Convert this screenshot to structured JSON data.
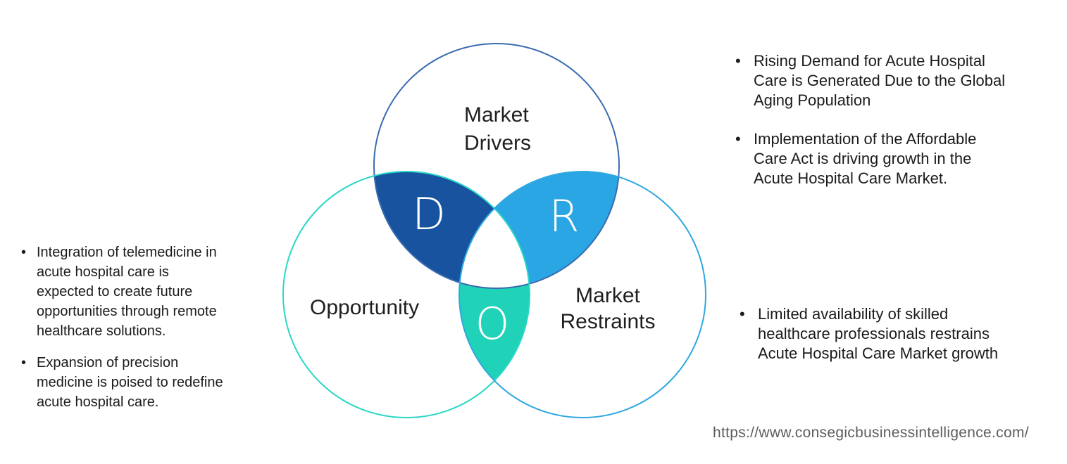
{
  "glyphs": {
    "bullet": "•"
  },
  "venn": {
    "drivers": {
      "label": "Market\nDrivers",
      "letter": "D",
      "fill": "#17539E",
      "stroke": "#3A6BB0"
    },
    "restraints": {
      "label": "Market\nRestraints",
      "letter": "R",
      "fill": "#2AA6E4",
      "stroke": "#2FA8E1"
    },
    "opportunity": {
      "label": "Opportunity",
      "letter": "O",
      "fill": "#1FD2B8",
      "stroke": "#2BD8C5"
    }
  },
  "opportunity_notes": [
    "Integration of telemedicine in\nacute hospital care is\nexpected to create future\nopportunities through remote\nhealthcare solutions.",
    "Expansion of precision\nmedicine is poised to redefine\nacute hospital care."
  ],
  "driver_notes": [
    "Rising Demand for Acute Hospital\nCare is Generated Due to the Global\nAging Population",
    "Implementation of the Affordable\nCare Act is driving growth in the\nAcute Hospital Care Market."
  ],
  "restraint_notes": [
    "Limited availability of skilled\nhealthcare professionals restrains\nAcute Hospital Care Market growth"
  ],
  "footer": {
    "url": "https://www.consegicbusinessintelligence.com/"
  }
}
